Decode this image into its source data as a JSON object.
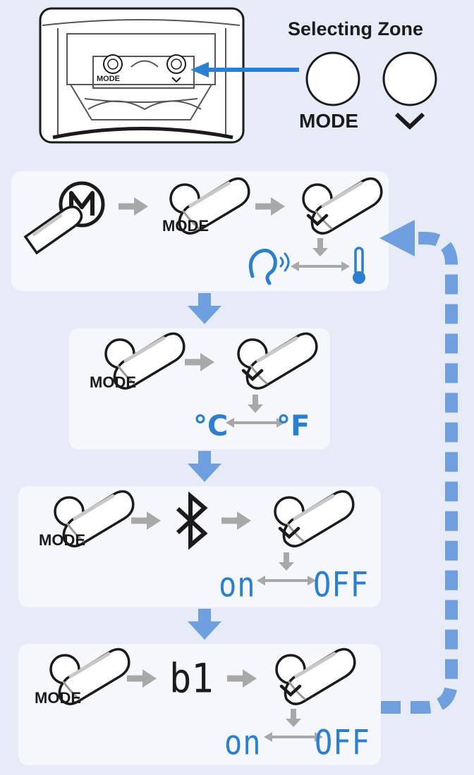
{
  "selecting_zone": {
    "title": "Selecting Zone",
    "mode_label": "MODE"
  },
  "device": {
    "mode_label": "MODE"
  },
  "steps": [
    {
      "mode_label": "MODE"
    },
    {
      "mode_label": "MODE",
      "unit_left": "°C",
      "unit_right": "°F"
    },
    {
      "mode_label": "MODE",
      "value_on": "on",
      "value_off": "OFF"
    },
    {
      "mode_label": "MODE",
      "display": "b1",
      "value_on": "on",
      "value_off": "OFF"
    }
  ],
  "colors": {
    "accent_blue": "#2a7fd0",
    "flow_arrow_blue": "#6f9fdf",
    "step_arrow_gray": "#a8a8a8",
    "panel_bg": "#f5f7fc",
    "page_bg": "#e6ebf7"
  },
  "icons": [
    "mode-m-icon",
    "finger-press-icon",
    "chevron-down-icon",
    "ear-icon",
    "thermometer-icon",
    "bluetooth-icon"
  ]
}
